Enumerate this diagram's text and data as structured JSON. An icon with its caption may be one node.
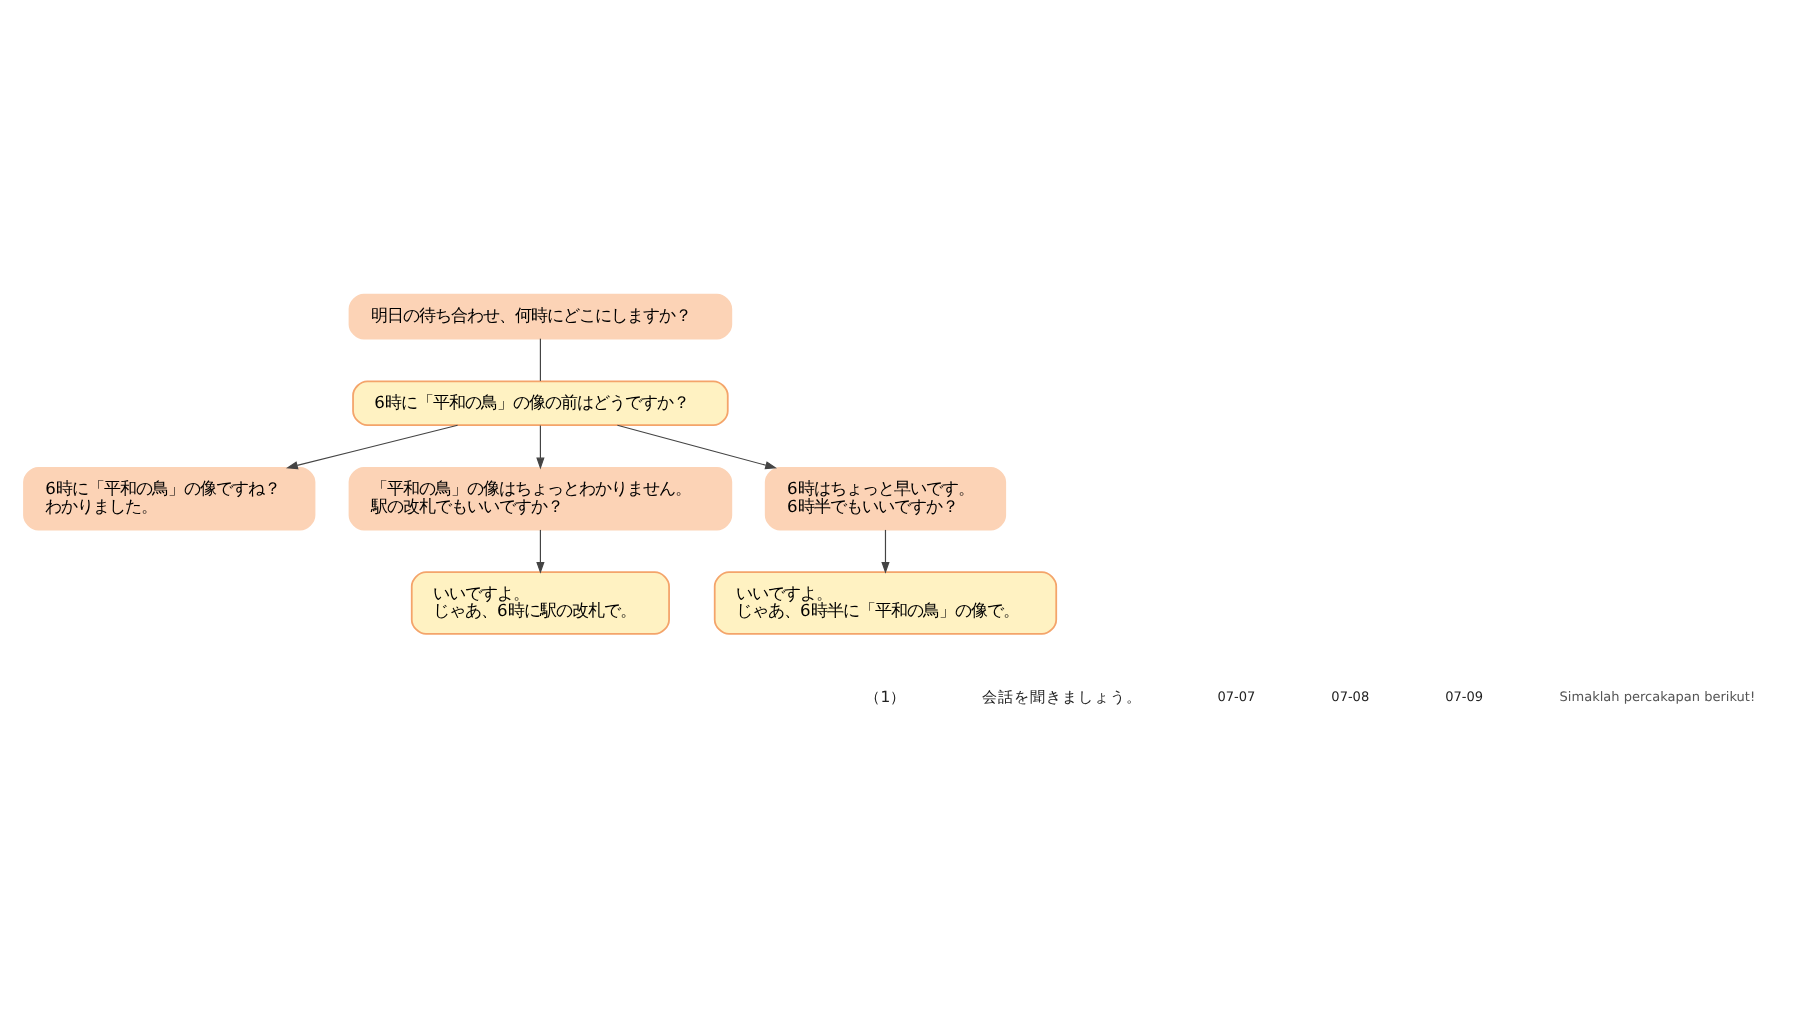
{
  "diagram": {
    "nodes": [
      {
        "text": [
          "明日の待ち合わせ、何時にどこにしますか？"
        ]
      },
      {
        "text": [
          "6時に「平和の鳥」の像の前はどうですか？"
        ]
      },
      {
        "text": [
          "6時に「平和の鳥」の像ですね？",
          "わかりました。"
        ]
      },
      {
        "text": [
          "「平和の鳥」の像はちょっとわかりません。",
          "駅の改札でもいいですか？"
        ]
      },
      {
        "text": [
          "6時はちょっと早いです。",
          "6時半でもいいですか？"
        ]
      },
      {
        "text": [
          "いいですよ。",
          "じゃあ、6時に駅の改札で。"
        ]
      },
      {
        "text": [
          "いいですよ。",
          "じゃあ、6時半に「平和の鳥」の像で。"
        ]
      }
    ],
    "edges": [
      {
        "from": 0,
        "to": 1,
        "arrow": "none"
      },
      {
        "from": 1,
        "to": 2,
        "arrow": "to"
      },
      {
        "from": 1,
        "to": 3,
        "arrow": "to"
      },
      {
        "from": 1,
        "to": 4,
        "arrow": "to"
      },
      {
        "from": 3,
        "to": 5,
        "arrow": "to"
      },
      {
        "from": 4,
        "to": 6,
        "arrow": "to"
      }
    ],
    "labels": [
      "（1）",
      "会話を聞きましょう。",
      "07-07",
      "07-08",
      "07-09",
      "Simaklah percakapan berikut!"
    ]
  }
}
